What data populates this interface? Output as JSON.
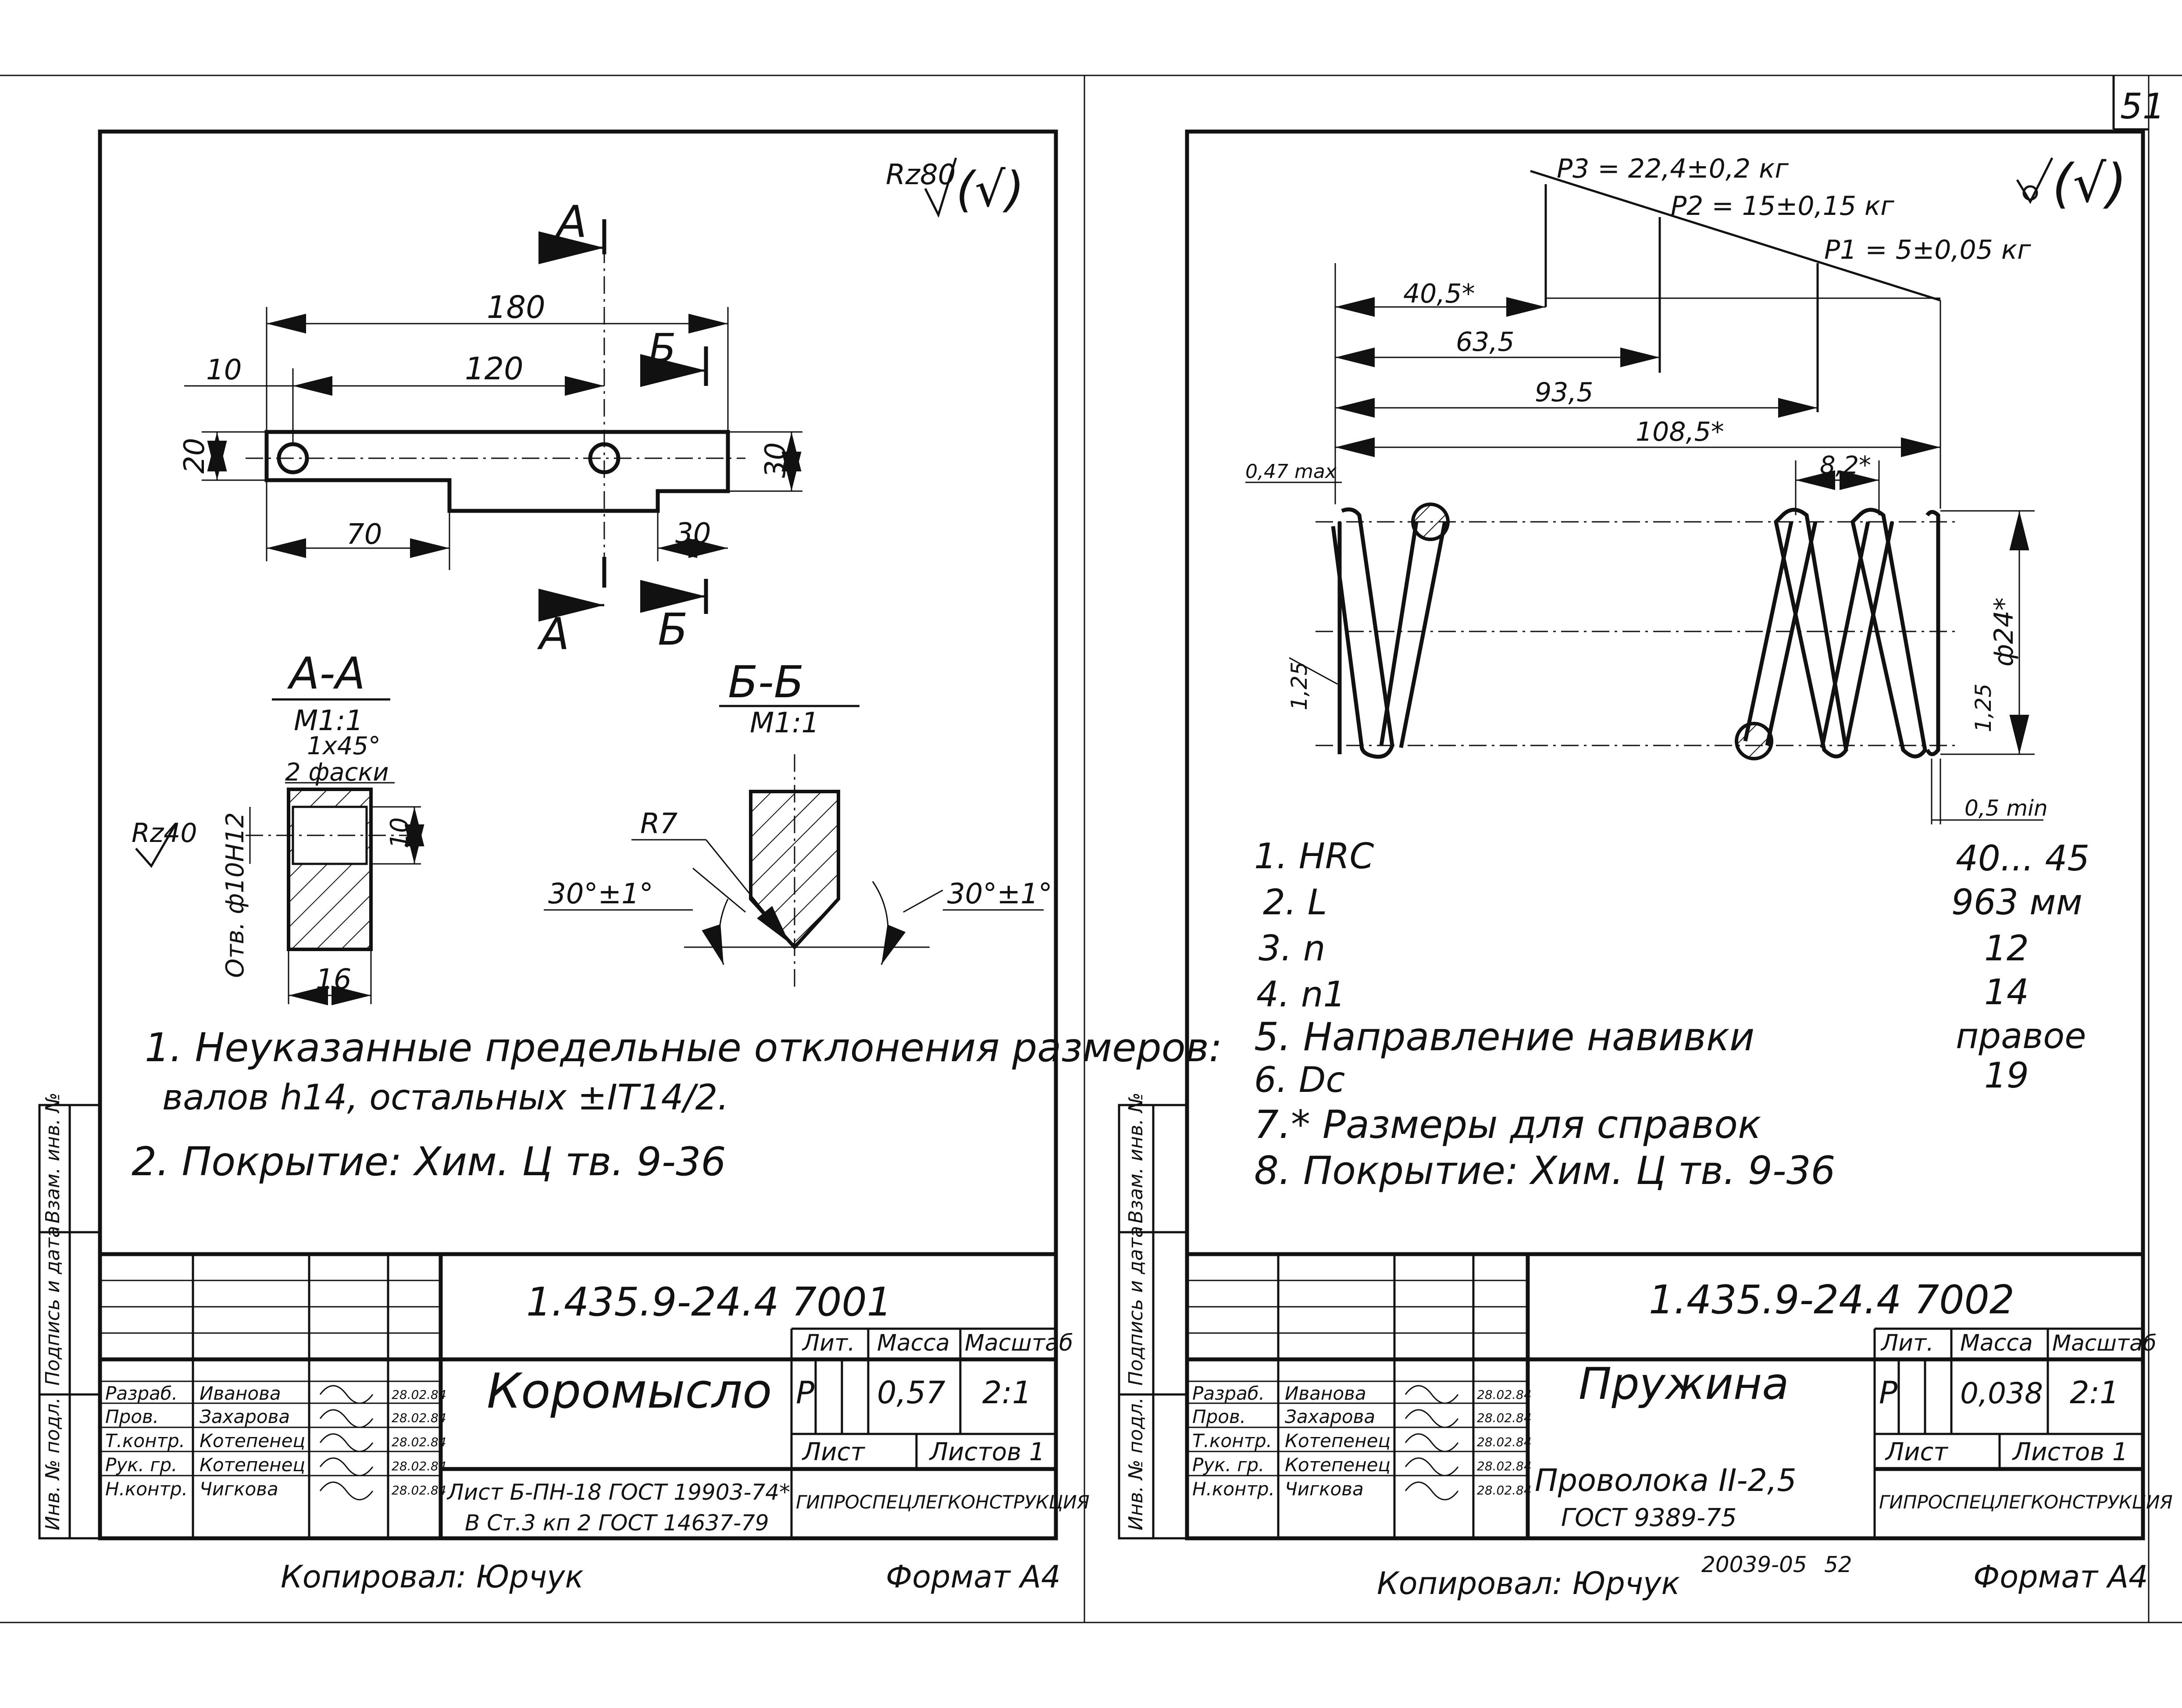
{
  "page_number": "51",
  "left": {
    "roughness": "Rz80",
    "roughness_sym": "(√)",
    "dims": {
      "d180": "180",
      "d120": "120",
      "d10": "10",
      "d20": "20",
      "d30v": "30",
      "d70": "70",
      "d30h": "30"
    },
    "cut_a": "А",
    "cut_b": "Б",
    "sec_aa": {
      "title": "А-А",
      "scale": "М1:1",
      "chamfer": "1х45°",
      "chamfer_note": "2 фаски",
      "rz": "Rz40",
      "hole": "Отв. ф10Н12",
      "d10": "10",
      "d16": "16"
    },
    "sec_bb": {
      "title": "Б-Б",
      "scale": "М1:1",
      "radius": "R7",
      "angle_l": "30°±1°",
      "angle_r": "30°±1°"
    },
    "notes": [
      "1. Неуказанные предельные отклонения размеров:",
      "валов h14, остальных ±IT14/2.",
      "2. Покрытие: Хим. Ц тв. 9-36"
    ],
    "tb": {
      "code": "1.435.9-24.4 7001",
      "name": "Коромысло",
      "lit_hdr": "Лит.",
      "mass_hdr": "Масса",
      "scale_hdr": "Масштаб",
      "lit": "Р",
      "mass": "0,57",
      "scale": "2:1",
      "sheet": "Лист",
      "sheets": "Листов 1",
      "mat1": "Лист Б-ПН-18 ГОСТ 19903-74*",
      "mat2": "В Ст.3 кп 2 ГОСТ 14637-79",
      "org": "ГИПРОСПЕЦЛЕГКОНСТРУКЦИЯ",
      "roles": [
        "Разраб.",
        "Пров.",
        "Т.контр.",
        "Рук. гр.",
        "Н.контр."
      ],
      "names": [
        "Иванова",
        "Захарова",
        "Котепенец",
        "Котепенец",
        "Чигкова"
      ],
      "dates": [
        "28.02.84",
        "28.02.84",
        "28.02.84",
        "28.02.84",
        "28.02.84"
      ],
      "side": [
        "Инв. № подл.",
        "Подпись и дата",
        "Взам. инв. №"
      ]
    },
    "copied": "Копировал: Юрчук",
    "format": "Формат А4"
  },
  "right": {
    "roughness_sym": "(√)",
    "forces": [
      "P3 = 22,4±0,2 кг",
      "P2 = 15±0,15 кг",
      "P1 = 5±0,05 кг"
    ],
    "dims": {
      "d405": "40,5*",
      "d635": "63,5",
      "d935": "93,5",
      "d1085": "108,5*",
      "d82": "8,2*",
      "d047": "0,47 max",
      "d24": "ф24*",
      "d125": "1,25",
      "d125b": "1,25",
      "d05": "0,5 min"
    },
    "spec_labels": [
      "1. HRC",
      "2. L",
      "3. n",
      "4. n1",
      "5. Направление навивки",
      "6. Dc"
    ],
    "spec_values": [
      "40... 45",
      "963 мм",
      "12",
      "14",
      "правое",
      "19"
    ],
    "notes": [
      "7.* Размеры для справок",
      "8. Покрытие: Хим. Ц тв. 9-36"
    ],
    "tb": {
      "code": "1.435.9-24.4 7002",
      "name": "Пружина",
      "lit_hdr": "Лит.",
      "mass_hdr": "Масса",
      "scale_hdr": "Масштаб",
      "lit": "Р",
      "mass": "0,038",
      "scale": "2:1",
      "sheet": "Лист",
      "sheets": "Листов 1",
      "mat1": "Проволока II-2,5",
      "mat2": "ГОСТ 9389-75",
      "org": "ГИПРОСПЕЦЛЕГКОНСТРУКЦИЯ",
      "roles": [
        "Разраб.",
        "Пров.",
        "Т.контр.",
        "Рук. гр.",
        "Н.контр."
      ],
      "names": [
        "Иванова",
        "Захарова",
        "Котепенец",
        "Котепенец",
        "Чигкова"
      ],
      "dates": [
        "28.02.84",
        "28.02.84",
        "28.02.84",
        "28.02.84",
        "28.02.84"
      ],
      "side": [
        "Инв. № подл.",
        "Подпись и дата",
        "Взам. инв. №"
      ]
    },
    "copied": "Копировал: Юрчук",
    "stamp": "20039-05",
    "stamp_page": "52",
    "format": "Формат А4"
  }
}
